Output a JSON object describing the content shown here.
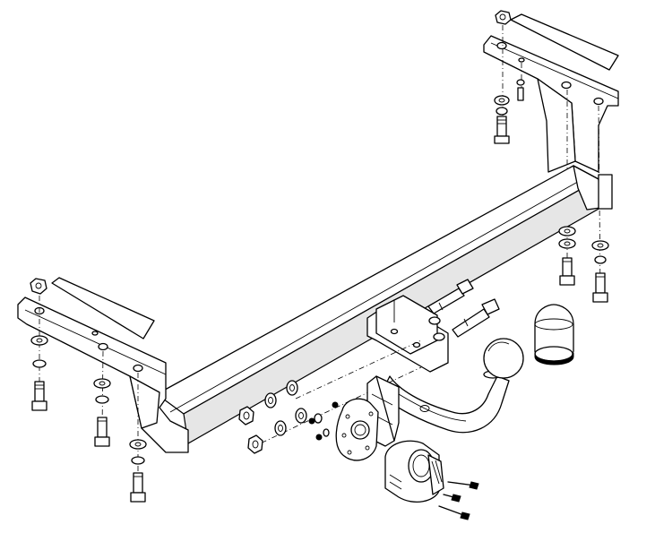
{
  "diagram": {
    "parts": [
      {
        "id": "crossbar",
        "icon": "crossbar-beam-icon"
      },
      {
        "id": "left-bracket",
        "icon": "mounting-plate-icon"
      },
      {
        "id": "right-bracket",
        "icon": "mounting-plate-icon"
      },
      {
        "id": "tow-ball-neck",
        "icon": "tow-ball-icon"
      },
      {
        "id": "ball-cover",
        "icon": "cap-icon"
      },
      {
        "id": "socket-plate",
        "icon": "socket-plate-icon"
      },
      {
        "id": "electric-socket",
        "icon": "socket-icon"
      },
      {
        "id": "fasteners",
        "icon": "bolt-icon"
      }
    ],
    "colors": {
      "line": "#000000",
      "background": "#ffffff",
      "shade": "#e6e6e6"
    }
  }
}
